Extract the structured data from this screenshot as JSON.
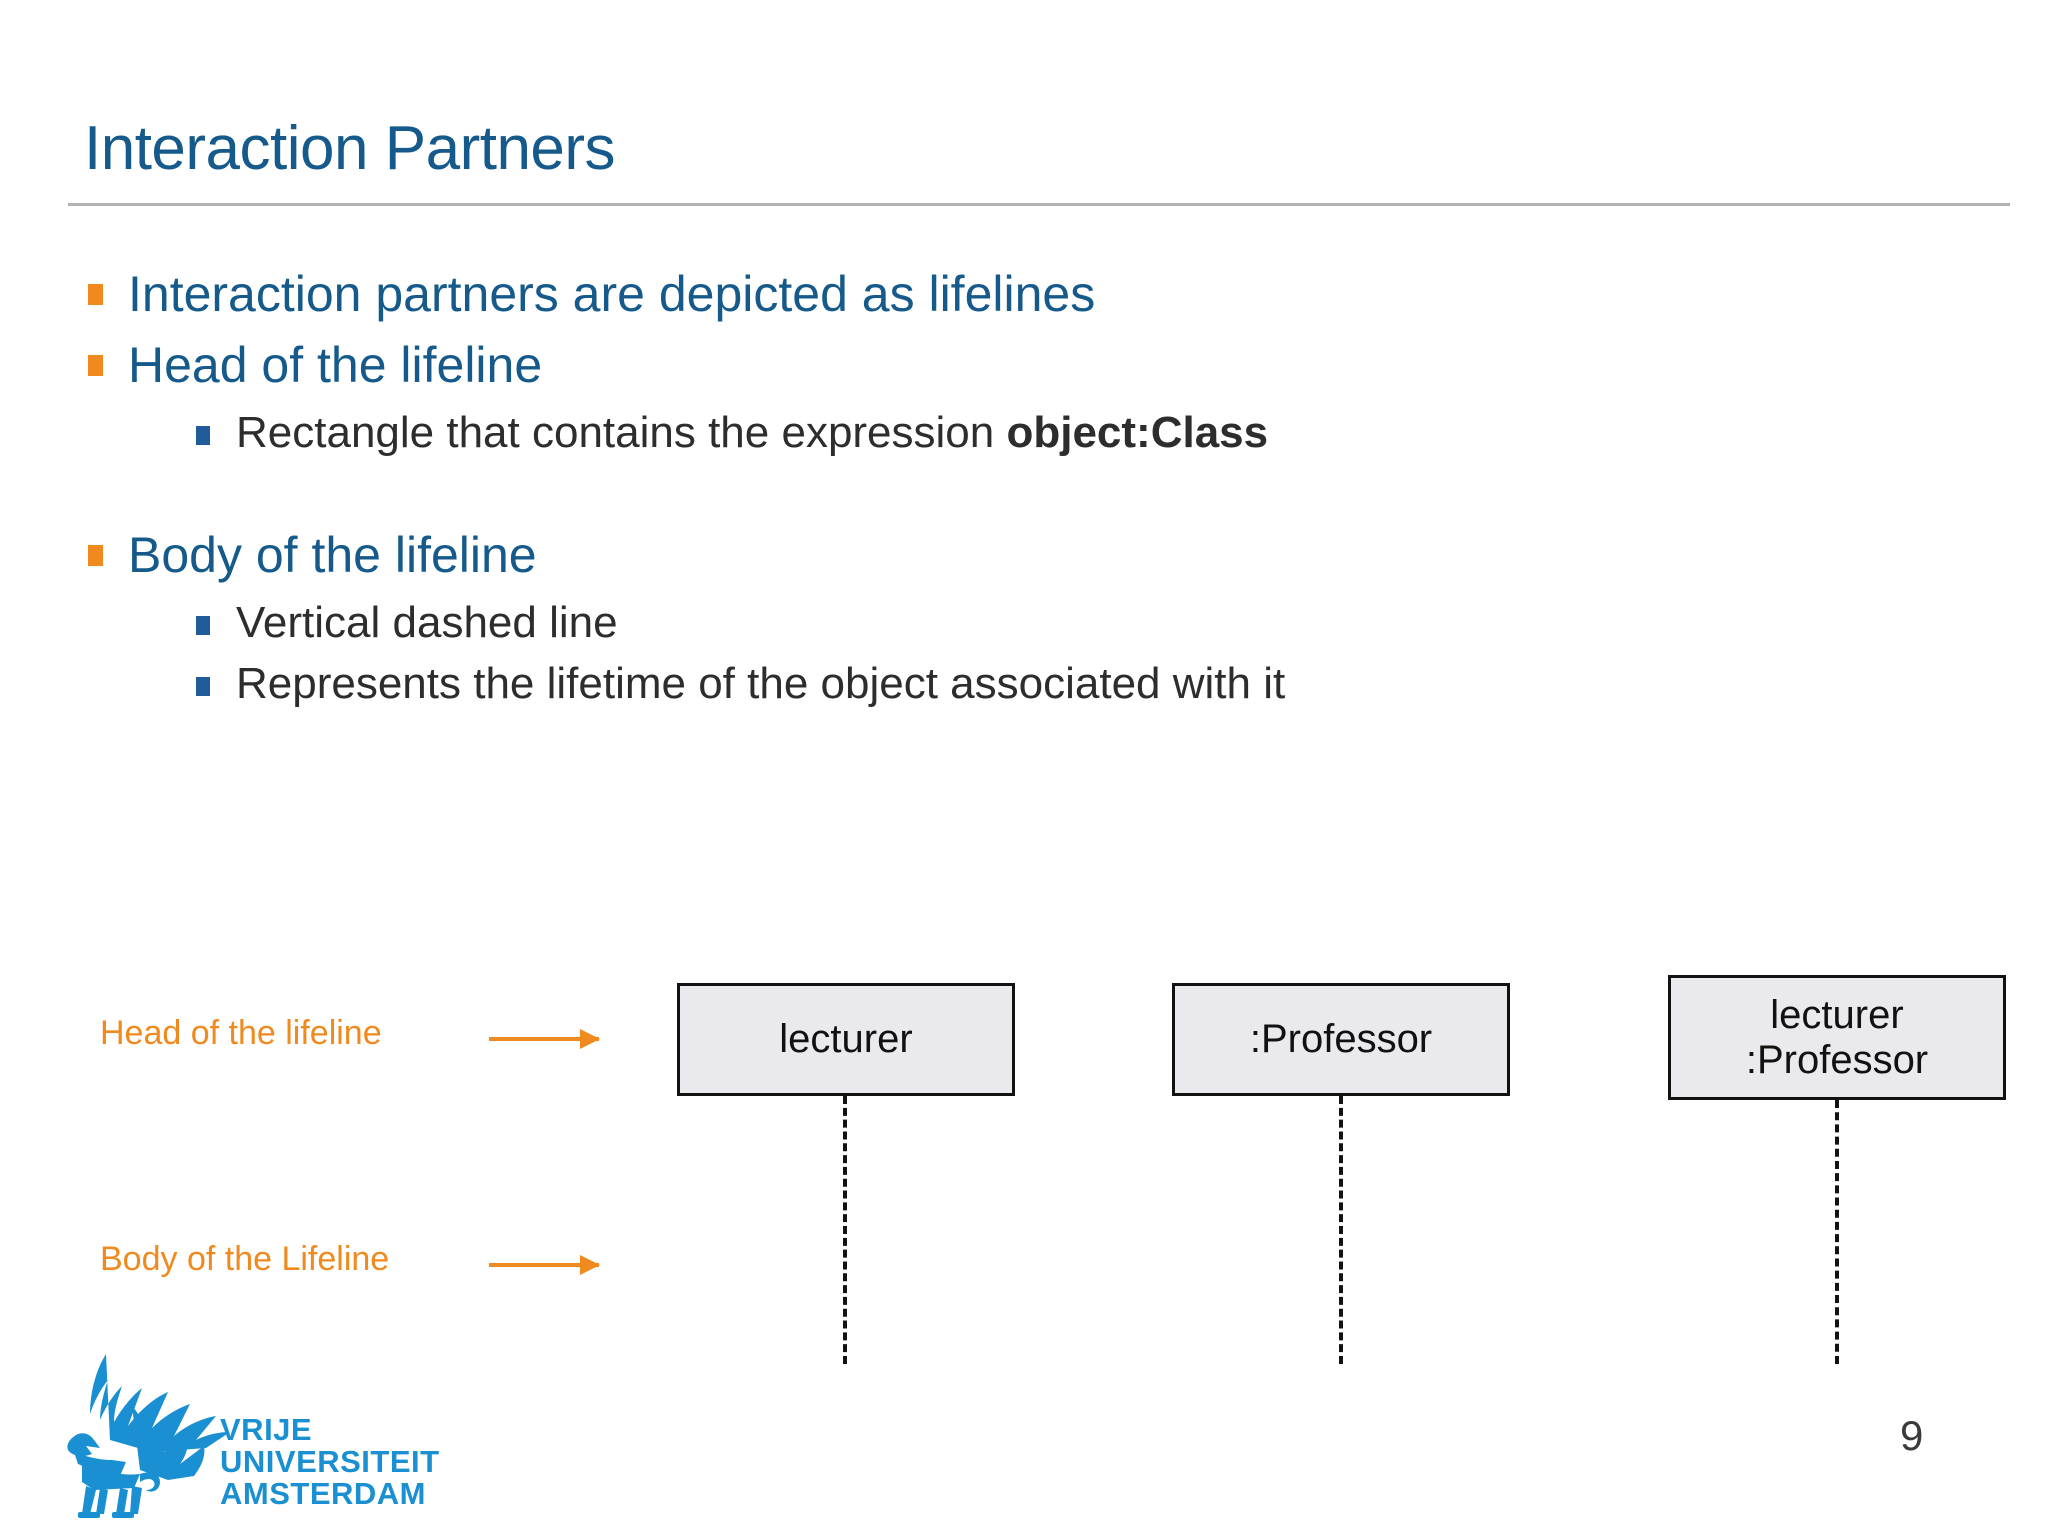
{
  "slide": {
    "title": "Interaction Partners",
    "page_number": "9"
  },
  "bullets": [
    {
      "level": 1,
      "text": "Interaction partners are depicted as lifelines"
    },
    {
      "level": 1,
      "text": "Head of the lifeline"
    },
    {
      "level": 2,
      "text": "Rectangle that contains the expression ",
      "bold_tail": "object:Class"
    },
    {
      "level": 1,
      "text": "Body of the lifeline"
    },
    {
      "level": 2,
      "text": "Vertical dashed line"
    },
    {
      "level": 2,
      "text": "Represents the lifetime of the object associated with it"
    }
  ],
  "diagram": {
    "annotations": [
      {
        "label": "Head of the lifeline"
      },
      {
        "label": "Body of the Lifeline"
      }
    ],
    "lifelines": [
      {
        "line1": "lecturer",
        "line2": ""
      },
      {
        "line1": ":Professor",
        "line2": ""
      },
      {
        "line1": "lecturer",
        "line2": ":Professor"
      }
    ]
  },
  "logo": {
    "line1": "VRIJE",
    "line2": "UNIVERSITEIT",
    "line3": "AMSTERDAM"
  },
  "colors": {
    "title_blue": "#155a8a",
    "bullet_orange": "#f08a1e",
    "subbullet_blue": "#1f5c99",
    "body_gray": "#2d2d2d",
    "box_fill": "#eaeaee",
    "box_border": "#121212",
    "logo_blue": "#1a8fd1",
    "rule_gray": "#b3b3b3"
  }
}
